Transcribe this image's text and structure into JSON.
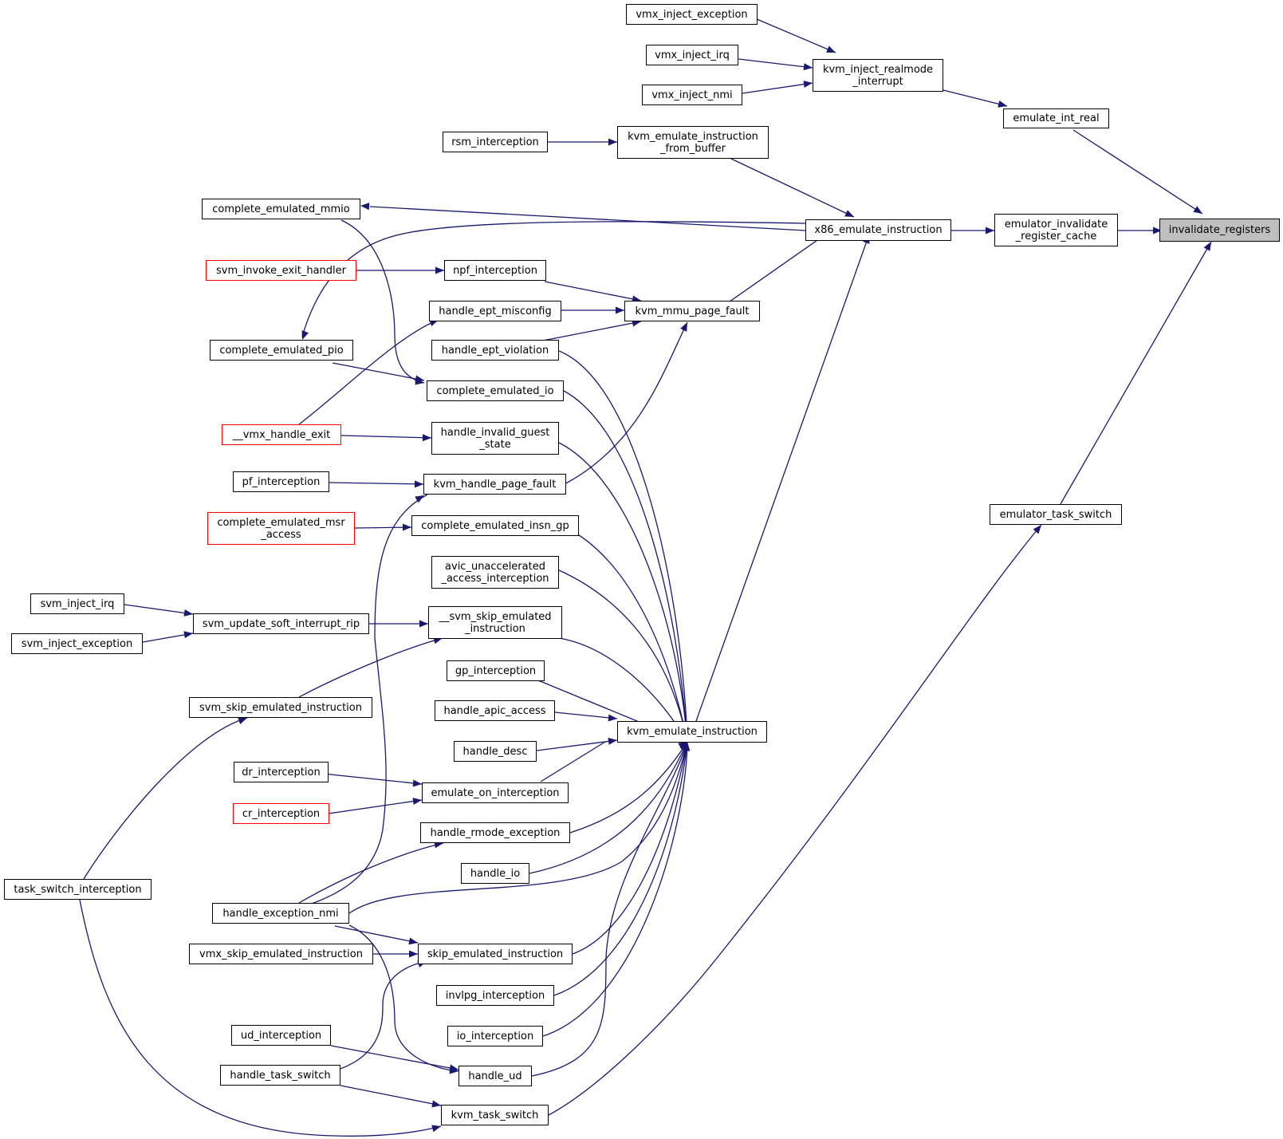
{
  "graph": {
    "type": "caller-graph",
    "focus": "invalidate_registers",
    "colors": {
      "edge": "#191970",
      "border": "#000000",
      "truncated_border": "#ff0000",
      "focus_fill": "#bfbfbf",
      "background": "#ffffff"
    },
    "nodes": {
      "invalidate_registers": "invalidate_registers",
      "emulate_int_real": "emulate_int_real",
      "emulator_invalidate_register_cache": "emulator_invalidate\n_register_cache",
      "emulator_task_switch": "emulator_task_switch",
      "kvm_inject_realmode_interrupt": "kvm_inject_realmode\n_interrupt",
      "x86_emulate_instruction": "x86_emulate_instruction",
      "vmx_inject_exception": "vmx_inject_exception",
      "vmx_inject_irq": "vmx_inject_irq",
      "vmx_inject_nmi": "vmx_inject_nmi",
      "kvm_emulate_instruction_from_buffer": "kvm_emulate_instruction\n_from_buffer",
      "rsm_interception": "rsm_interception",
      "complete_emulated_mmio": "complete_emulated_mmio",
      "svm_invoke_exit_handler": "svm_invoke_exit_handler",
      "npf_interception": "npf_interception",
      "kvm_mmu_page_fault": "kvm_mmu_page_fault",
      "handle_ept_misconfig": "handle_ept_misconfig",
      "complete_emulated_pio": "complete_emulated_pio",
      "handle_ept_violation": "handle_ept_violation",
      "complete_emulated_io": "complete_emulated_io",
      "vmx_handle_exit": "__vmx_handle_exit",
      "handle_invalid_guest_state": "handle_invalid_guest\n_state",
      "pf_interception": "pf_interception",
      "kvm_handle_page_fault": "kvm_handle_page_fault",
      "complete_emulated_msr_access": "complete_emulated_msr\n_access",
      "complete_emulated_insn_gp": "complete_emulated_insn_gp",
      "avic_unaccelerated_access_interception": "avic_unaccelerated\n_access_interception",
      "svm_inject_irq": "svm_inject_irq",
      "svm_update_soft_interrupt_rip": "svm_update_soft_interrupt_rip",
      "svm_inject_exception": "svm_inject_exception",
      "svm_skip_emulated_instruction_inner": "__svm_skip_emulated\n_instruction",
      "gp_interception": "gp_interception",
      "svm_skip_emulated_instruction": "svm_skip_emulated_instruction",
      "handle_apic_access": "handle_apic_access",
      "kvm_emulate_instruction": "kvm_emulate_instruction",
      "handle_desc": "handle_desc",
      "dr_interception": "dr_interception",
      "emulate_on_interception": "emulate_on_interception",
      "cr_interception": "cr_interception",
      "handle_rmode_exception": "handle_rmode_exception",
      "handle_io": "handle_io",
      "task_switch_interception": "task_switch_interception",
      "handle_exception_nmi": "handle_exception_nmi",
      "vmx_skip_emulated_instruction": "vmx_skip_emulated_instruction",
      "skip_emulated_instruction": "skip_emulated_instruction",
      "invlpg_interception": "invlpg_interception",
      "ud_interception": "ud_interception",
      "io_interception": "io_interception",
      "handle_task_switch": "handle_task_switch",
      "handle_ud": "handle_ud",
      "kvm_task_switch": "kvm_task_switch"
    }
  }
}
